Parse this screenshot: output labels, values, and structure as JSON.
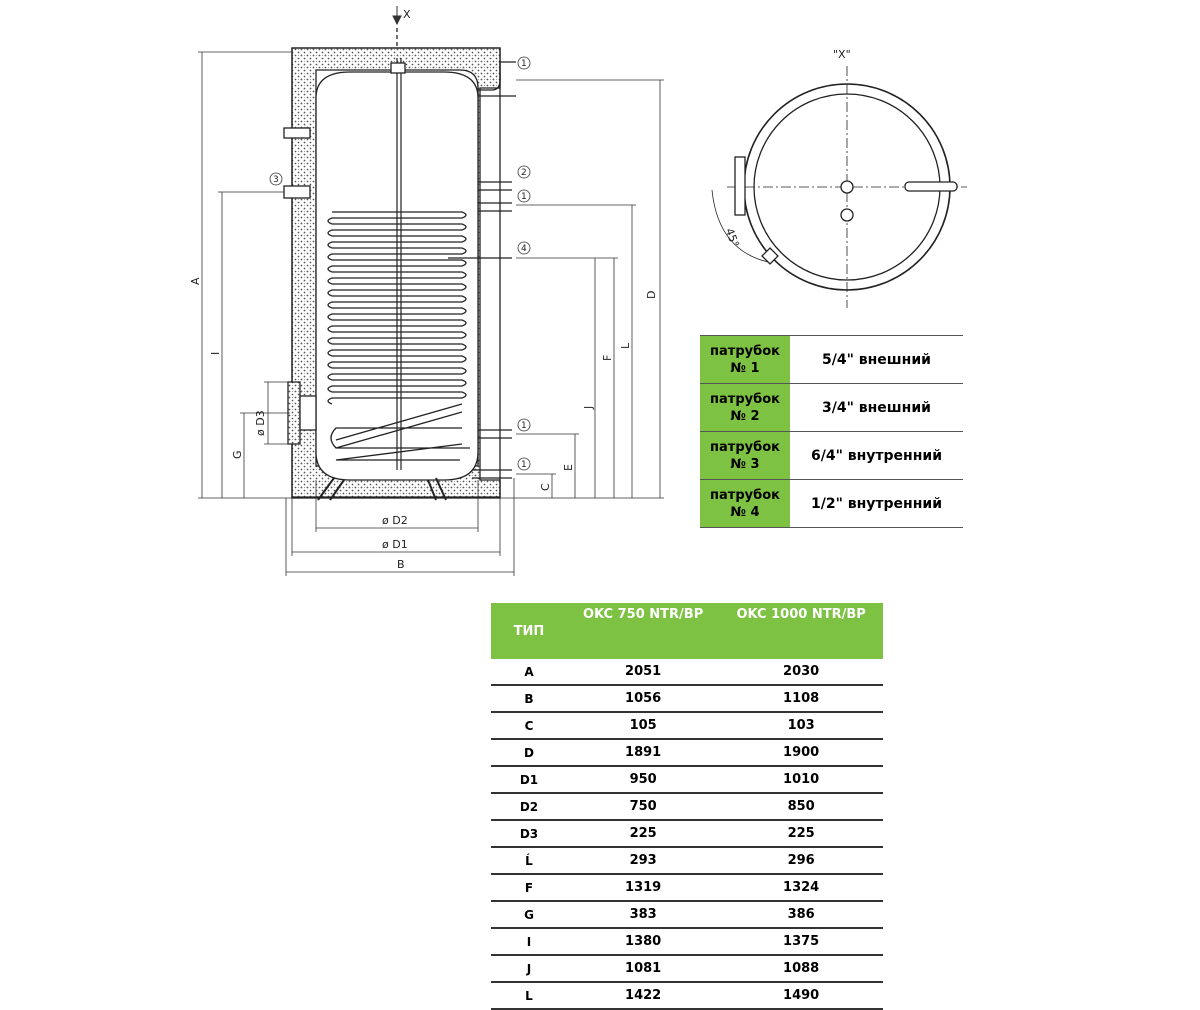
{
  "view_label": "X",
  "section_label": "\"X\"",
  "angle_label": "45°",
  "dimension_labels": {
    "A": "A",
    "B": "B",
    "C": "C",
    "D": "D",
    "E": "E",
    "F": "F",
    "G": "G",
    "I": "I",
    "J": "J",
    "L": "L",
    "D1": "ø D1",
    "D2": "ø D2",
    "D3": "ø D3"
  },
  "connector_numbers": [
    "1",
    "2",
    "3",
    "4"
  ],
  "ports": [
    {
      "label_line1": "патрубок",
      "label_line2": "№ 1",
      "value": "5/4\" внешний"
    },
    {
      "label_line1": "патрубок",
      "label_line2": "№ 2",
      "value": "3/4\" внешний"
    },
    {
      "label_line1": "патрубок",
      "label_line2": "№ 3",
      "value": "6/4\" внутренний"
    },
    {
      "label_line1": "патрубок",
      "label_line2": "№ 4",
      "value": "1/2\" внутренний"
    }
  ],
  "spec_table": {
    "headers": [
      "ТИП",
      "OKC 750 NTR/BP",
      "OKC 1000 NTR/BP"
    ],
    "rows": [
      [
        "A",
        "2051",
        "2030"
      ],
      [
        "B",
        "1056",
        "1108"
      ],
      [
        "C",
        "105",
        "103"
      ],
      [
        "D",
        "1891",
        "1900"
      ],
      [
        "D1",
        "950",
        "1010"
      ],
      [
        "D2",
        "750",
        "850"
      ],
      [
        "D3",
        "225",
        "225"
      ],
      [
        "Ĺ",
        "293",
        "296"
      ],
      [
        "F",
        "1319",
        "1324"
      ],
      [
        "G",
        "383",
        "386"
      ],
      [
        "I",
        "1380",
        "1375"
      ],
      [
        "J",
        "1081",
        "1088"
      ],
      [
        "L",
        "1422",
        "1490"
      ]
    ]
  },
  "colors": {
    "accent_green": "#7dc242",
    "insulation_pattern": "#555555"
  }
}
